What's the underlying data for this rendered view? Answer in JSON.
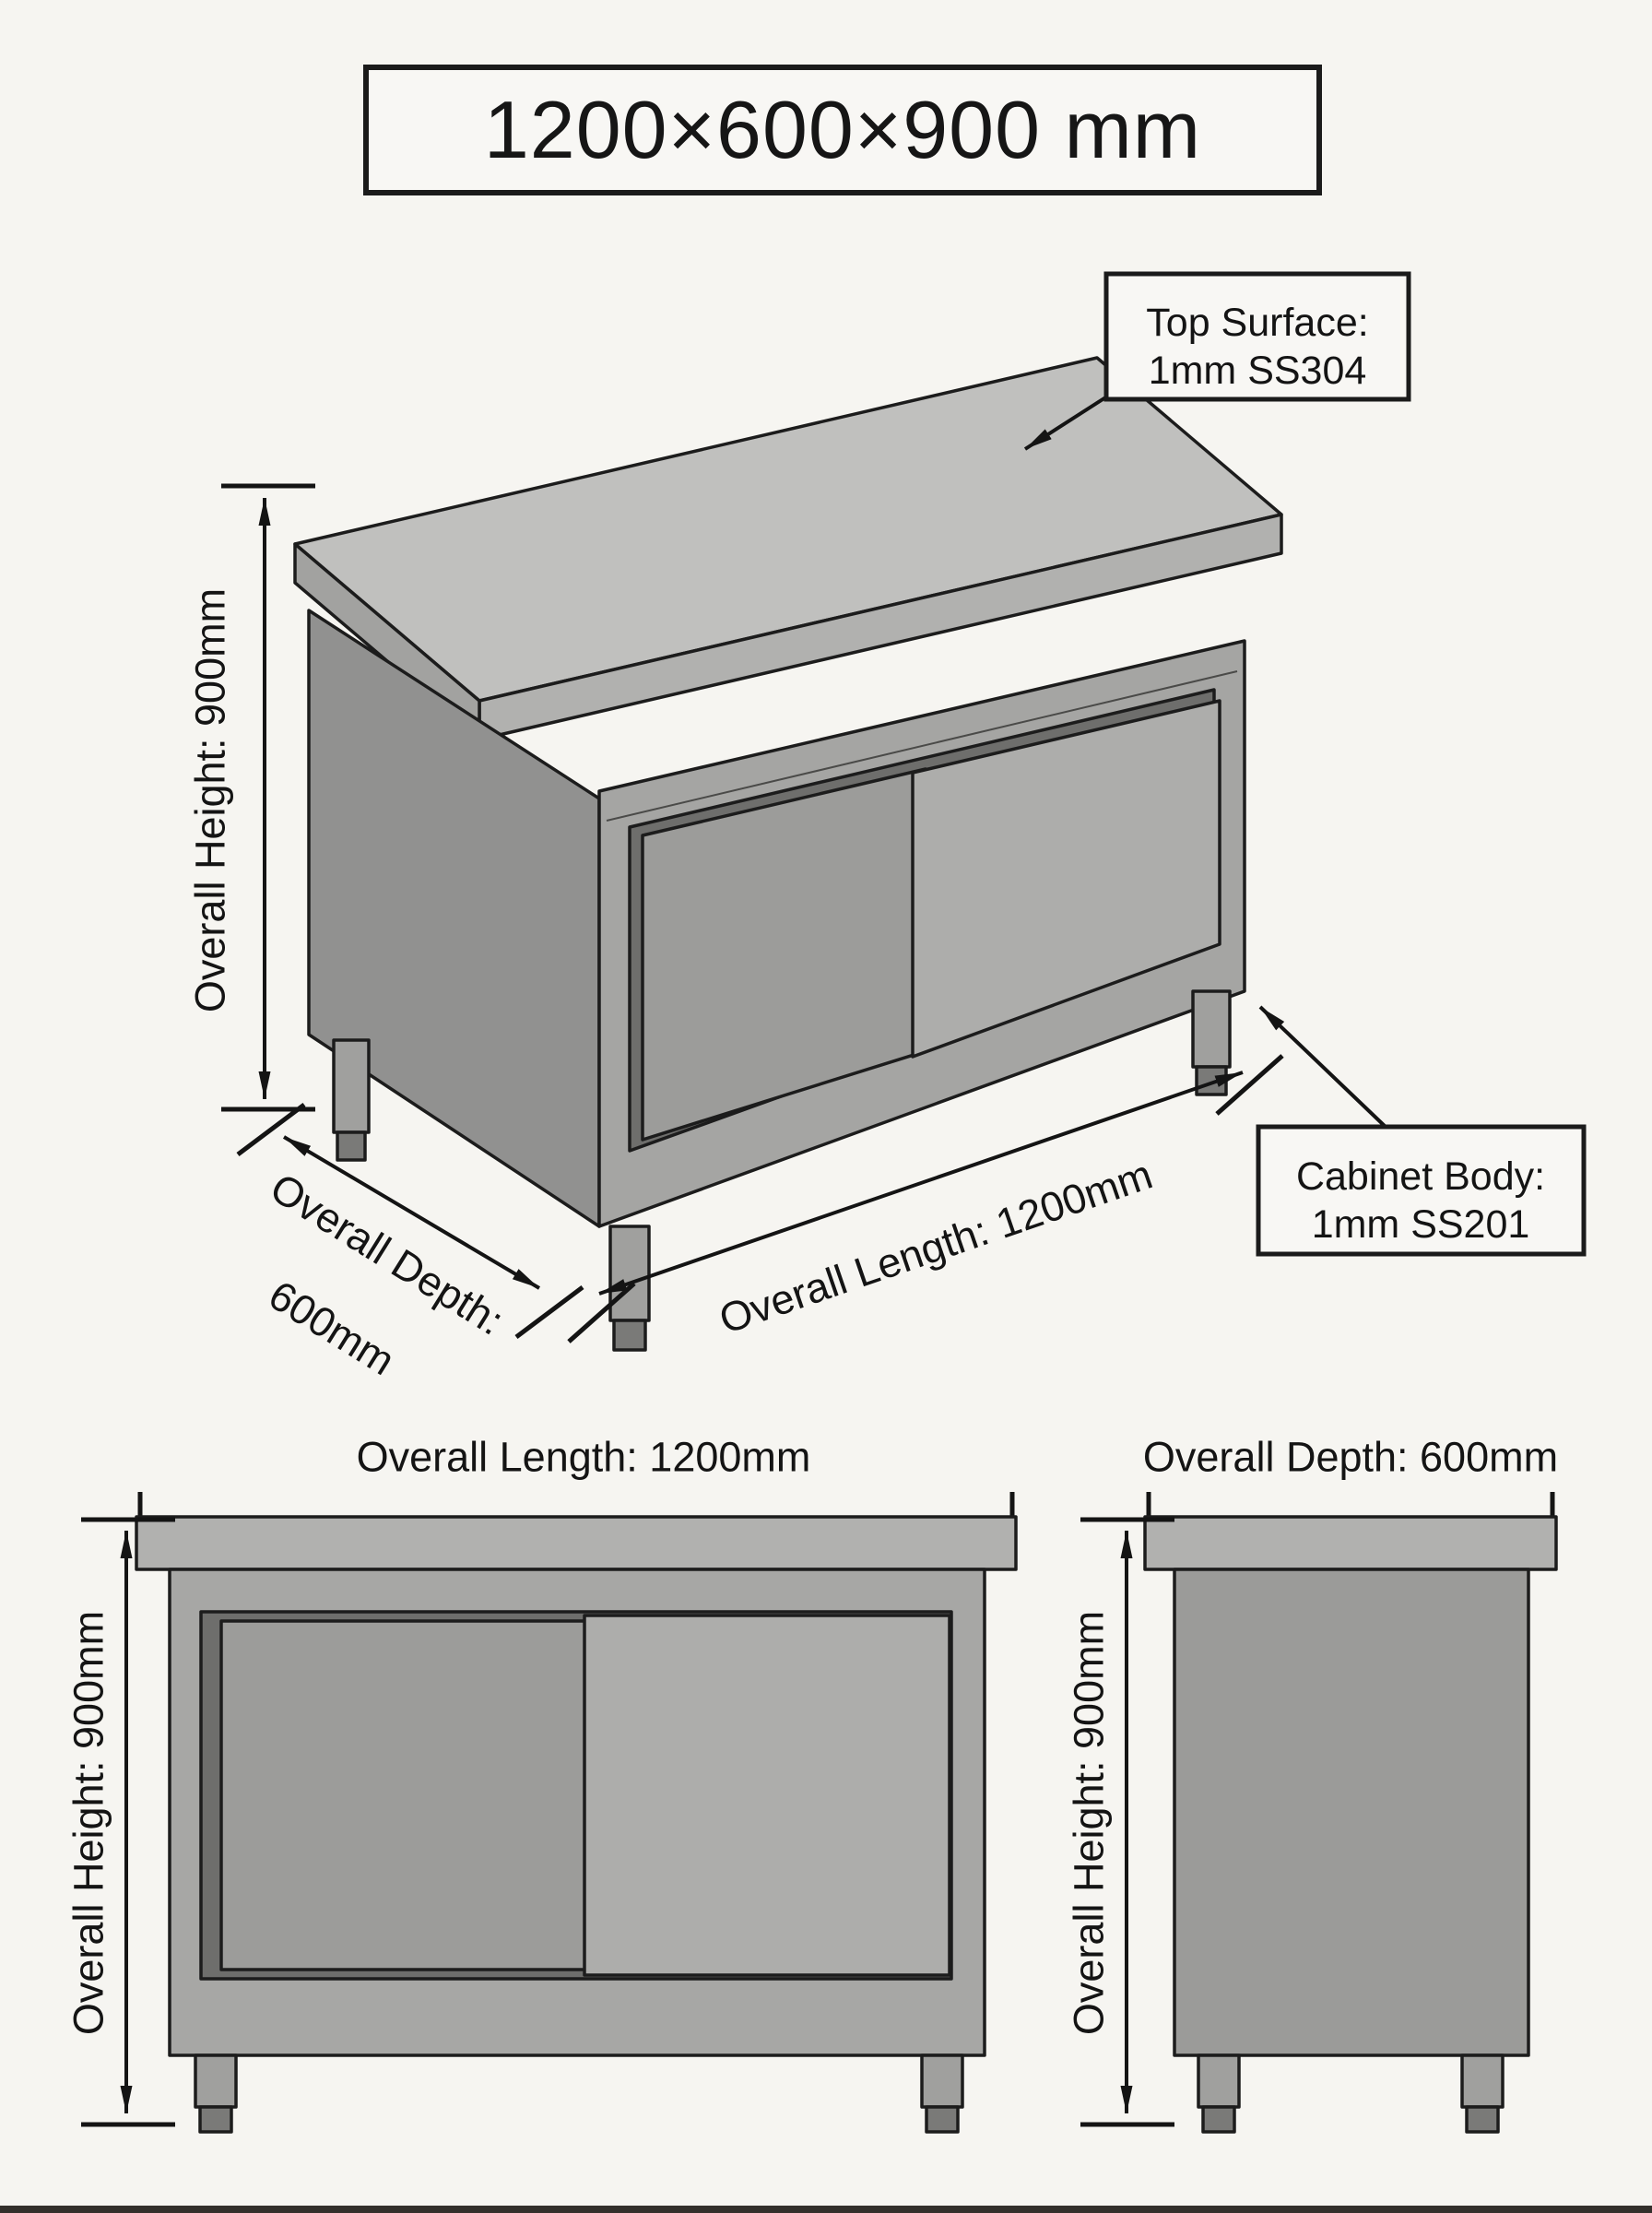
{
  "title": {
    "text": "1200×600×900 mm"
  },
  "iso": {
    "height_label": "Overall Height: 900mm",
    "depth_label1": "Overall Depth:",
    "depth_label2": "600mm",
    "length_label": "Overall Length: 1200mm",
    "callout_top_line1": "Top Surface:",
    "callout_top_line2": "1mm SS304",
    "callout_body_line1": "Cabinet Body:",
    "callout_body_line2": "1mm SS201"
  },
  "front": {
    "length_label": "Overall Length: 1200mm",
    "height_label": "Overall Height: 900mm"
  },
  "side": {
    "depth_label": "Overall Depth: 600mm",
    "height_label": "Overall Height: 900mm"
  },
  "colors": {
    "top_face": "#c0c0be",
    "slab_front": "#b1b1af",
    "slab_side": "#a2a2a0",
    "body_front": "#a5a5a3",
    "side_panel": "#919190",
    "door_left": "#9c9c9a",
    "door_right": "#adadab",
    "opening_shadow": "#6e6e6c",
    "leg": "#a0a09e",
    "foot": "#7a7a78",
    "front_view_body": "#a7a7a5",
    "side_view_panel": "#9b9b99"
  }
}
